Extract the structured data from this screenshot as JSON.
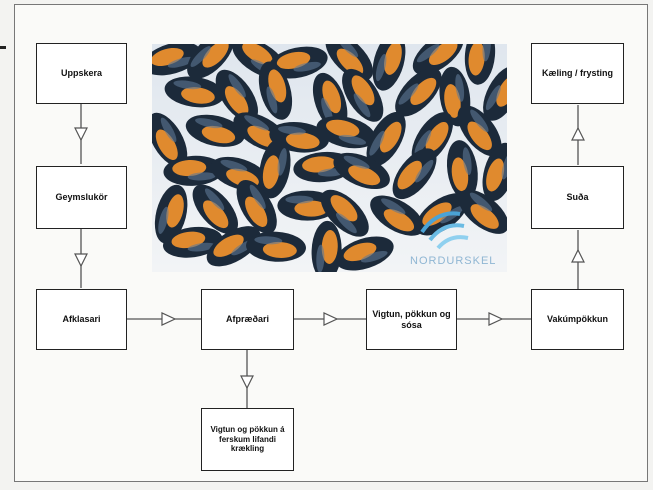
{
  "diagram": {
    "nodes": {
      "uppskera": "Uppskera",
      "geymslukor": "Geymslukör",
      "afklasari": "Afklasari",
      "afpraedari": "Afpræðari",
      "vigtun_sosa": "Vigtun, pökkun og sósa",
      "vakumpokkun": "Vakúmpökkun",
      "sudu": "Suða",
      "kaeling": "Kæling / frysting",
      "ferskum": "Vigtun og pökkun á ferskum lifandi krækling"
    },
    "photo": {
      "subject": "blue mussels",
      "logo_text": "NORDURSKEL"
    },
    "edges": [
      [
        "uppskera",
        "geymslukor"
      ],
      [
        "geymslukor",
        "afklasari"
      ],
      [
        "afklasari",
        "afpraedari"
      ],
      [
        "afpraedari",
        "vigtun_sosa"
      ],
      [
        "vigtun_sosa",
        "vakumpokkun"
      ],
      [
        "vakumpokkun",
        "sudu"
      ],
      [
        "sudu",
        "kaeling"
      ],
      [
        "afpraedari",
        "ferskum"
      ]
    ],
    "colors": {
      "box_border": "#222222",
      "arrow": "#555555",
      "mussel_shell": "#1c2a3a",
      "mussel_meat": "#e08a2e"
    }
  }
}
